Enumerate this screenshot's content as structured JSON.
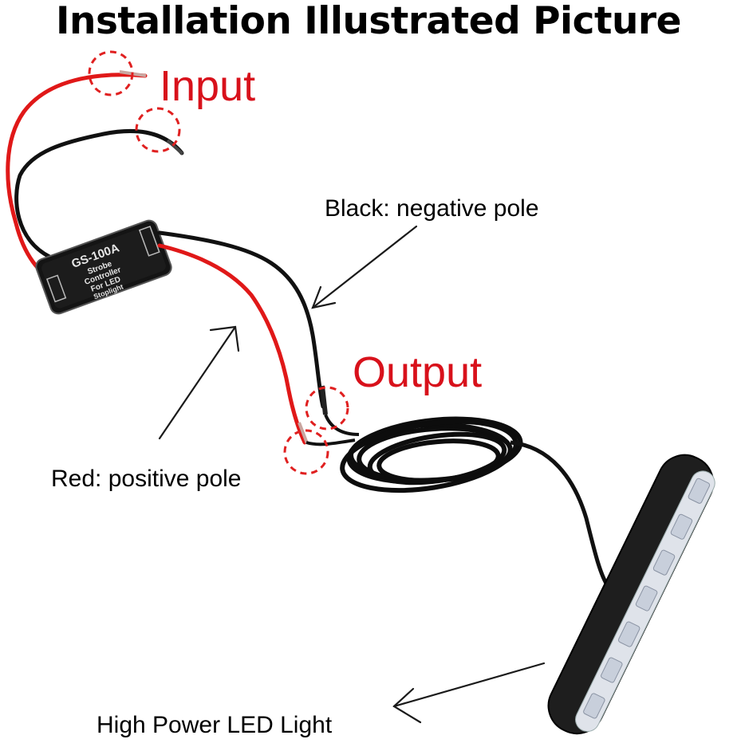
{
  "title": "Installation Illustrated Picture",
  "labels": {
    "input": "Input",
    "output": "Output",
    "black_wire": "Black: negative pole",
    "red_wire": "Red: positive pole",
    "led_light": "High Power LED Light"
  },
  "module": {
    "model": "GS-100A",
    "line1": "Strobe",
    "line2": "Controller",
    "line3": "For LED",
    "line4": "Stoplight"
  },
  "colors": {
    "red_label": "#d8111b",
    "red_wire": "#e01818",
    "black_wire": "#111111"
  }
}
